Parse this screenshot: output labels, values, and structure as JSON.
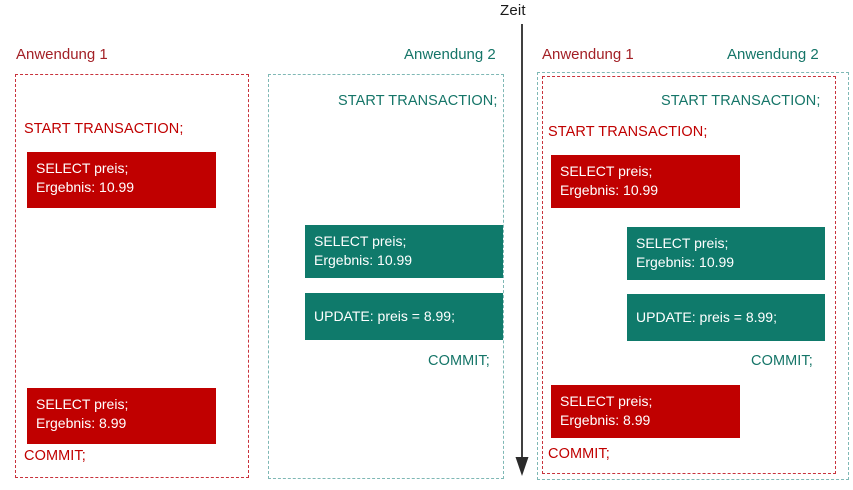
{
  "diagram": {
    "time_axis": {
      "label": "Zeit",
      "icon": "down-arrow-icon"
    },
    "panels": [
      {
        "id": "left",
        "headings": [
          {
            "text": "Anwendung 1",
            "color": "#a32026",
            "align": "left"
          }
        ],
        "border_color": "#c8323c",
        "events": [
          {
            "kind": "text",
            "actor": "app1",
            "text": "START TRANSACTION;"
          },
          {
            "kind": "box",
            "actor": "app1",
            "line1": "SELECT preis;",
            "line2": "Ergebnis: 10.99"
          },
          {
            "kind": "box",
            "actor": "app1",
            "line1": "SELECT preis;",
            "line2": "Ergebnis: 8.99"
          },
          {
            "kind": "text",
            "actor": "app1",
            "text": "COMMIT;"
          }
        ]
      },
      {
        "id": "middle",
        "headings": [
          {
            "text": "Anwendung 2",
            "color": "#157568",
            "align": "right"
          }
        ],
        "border_color": "#7fb8b5",
        "events": [
          {
            "kind": "text",
            "actor": "app2",
            "text": "START TRANSACTION;"
          },
          {
            "kind": "box",
            "actor": "app2",
            "line1": "SELECT preis;",
            "line2": "Ergebnis: 10.99"
          },
          {
            "kind": "box",
            "actor": "app2",
            "line1": "UPDATE: preis = 8.99;",
            "line2": ""
          },
          {
            "kind": "text",
            "actor": "app2",
            "text": "COMMIT;"
          }
        ]
      },
      {
        "id": "combined",
        "headings": [
          {
            "text": "Anwendung 1",
            "color": "#a32026",
            "align": "left"
          },
          {
            "text": "Anwendung 2",
            "color": "#157568",
            "align": "right"
          }
        ],
        "border_color": "#c8323c",
        "events": [
          {
            "kind": "text",
            "actor": "app2",
            "text": "START TRANSACTION;"
          },
          {
            "kind": "text",
            "actor": "app1",
            "text": "START TRANSACTION;"
          },
          {
            "kind": "box",
            "actor": "app1",
            "line1": "SELECT preis;",
            "line2": "Ergebnis: 10.99"
          },
          {
            "kind": "box",
            "actor": "app2",
            "line1": "SELECT preis;",
            "line2": "Ergebnis: 10.99"
          },
          {
            "kind": "box",
            "actor": "app2",
            "line1": "UPDATE: preis = 8.99;",
            "line2": ""
          },
          {
            "kind": "text",
            "actor": "app2",
            "text": "COMMIT;"
          },
          {
            "kind": "box",
            "actor": "app1",
            "line1": "SELECT preis;",
            "line2": "Ergebnis: 8.99"
          },
          {
            "kind": "text",
            "actor": "app1",
            "text": "COMMIT;"
          }
        ]
      }
    ],
    "colors": {
      "app1_fill": "#c00000",
      "app1_text": "#c00000",
      "app1_heading": "#a32026",
      "app1_border": "#c8323c",
      "app2_fill": "#0f7a6b",
      "app2_text": "#157568",
      "app2_heading": "#157568",
      "app2_border": "#7fb8b5",
      "axis": "#2b2b2b"
    }
  }
}
